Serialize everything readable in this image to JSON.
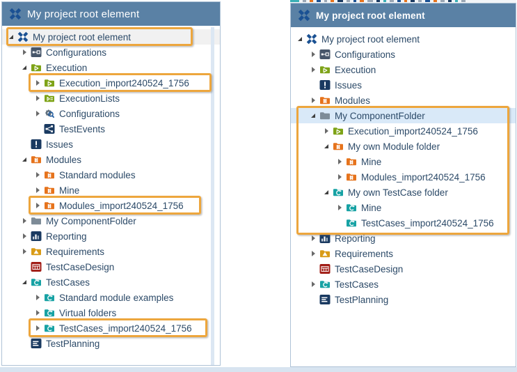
{
  "colors": {
    "header_bg": "#5A81A5",
    "annotation_highlight": "#EDA63D",
    "selection_gray": "#F1F1F1",
    "selection_blue": "#D9E9F8",
    "tree_text": "#2C4A68",
    "project_icon_blue": "#1B5193",
    "execution_green": "#7EA317",
    "modules_orange": "#E6731C",
    "requirements_amber": "#D99B16",
    "testcases_teal": "#17A2A4",
    "navy_chip": "#1A3A61",
    "testcasedesign_red": "#A01B14"
  },
  "left_panel": {
    "title": "My project root element",
    "items": [
      {
        "label": "My project root element",
        "icon": "project",
        "level": 0,
        "state": "expanded",
        "selected": "gray",
        "highlighted": true
      },
      {
        "label": "Configurations",
        "icon": "configurations",
        "level": 1,
        "state": "collapsed"
      },
      {
        "label": "Execution",
        "icon": "execution-folder",
        "level": 1,
        "state": "expanded"
      },
      {
        "label": "Execution_import240524_1756",
        "icon": "execution-folder",
        "level": 2,
        "state": "collapsed",
        "highlighted": true
      },
      {
        "label": "ExecutionLists",
        "icon": "executionlists-folder",
        "level": 2,
        "state": "collapsed"
      },
      {
        "label": "Configurations",
        "icon": "configuration-gear",
        "level": 2,
        "state": "collapsed"
      },
      {
        "label": "TestEvents",
        "icon": "testevents",
        "level": 2,
        "state": "leaf"
      },
      {
        "label": "Issues",
        "icon": "issues",
        "level": 1,
        "state": "leaf"
      },
      {
        "label": "Modules",
        "icon": "modules-folder",
        "level": 1,
        "state": "expanded"
      },
      {
        "label": "Standard modules",
        "icon": "modules-folder",
        "level": 2,
        "state": "collapsed"
      },
      {
        "label": "Mine",
        "icon": "modules-folder",
        "level": 2,
        "state": "collapsed"
      },
      {
        "label": "Modules_import240524_1756",
        "icon": "modules-folder",
        "level": 2,
        "state": "collapsed",
        "highlighted": true
      },
      {
        "label": "My ComponentFolder",
        "icon": "component-folder",
        "level": 1,
        "state": "collapsed"
      },
      {
        "label": "Reporting",
        "icon": "reporting",
        "level": 1,
        "state": "collapsed"
      },
      {
        "label": "Requirements",
        "icon": "requirements-folder",
        "level": 1,
        "state": "collapsed"
      },
      {
        "label": "TestCaseDesign",
        "icon": "testcasedesign",
        "level": 1,
        "state": "leaf"
      },
      {
        "label": "TestCases",
        "icon": "testcases-folder",
        "level": 1,
        "state": "expanded"
      },
      {
        "label": "Standard module examples",
        "icon": "testcases-folder",
        "level": 2,
        "state": "collapsed"
      },
      {
        "label": "Virtual folders",
        "icon": "testcases-folder",
        "level": 2,
        "state": "collapsed"
      },
      {
        "label": "TestCases_import240524_1756",
        "icon": "testcases-folder",
        "level": 2,
        "state": "collapsed",
        "highlighted": true
      },
      {
        "label": "TestPlanning",
        "icon": "testplanning",
        "level": 1,
        "state": "leaf"
      }
    ]
  },
  "right_panel": {
    "title": "My project root element",
    "items": [
      {
        "label": "My project root element",
        "icon": "project",
        "level": 0,
        "state": "expanded"
      },
      {
        "label": "Configurations",
        "icon": "configurations",
        "level": 1,
        "state": "collapsed"
      },
      {
        "label": "Execution",
        "icon": "execution-folder",
        "level": 1,
        "state": "collapsed"
      },
      {
        "label": "Issues",
        "icon": "issues",
        "level": 1,
        "state": "leaf"
      },
      {
        "label": "Modules",
        "icon": "modules-folder",
        "level": 1,
        "state": "collapsed"
      },
      {
        "label": "My ComponentFolder",
        "icon": "component-folder",
        "level": 1,
        "state": "expanded",
        "selected": "blue",
        "highlighted": true
      },
      {
        "label": "Execution_import240524_1756",
        "icon": "execution-folder",
        "level": 2,
        "state": "collapsed"
      },
      {
        "label": "My own Module folder",
        "icon": "modules-folder",
        "level": 2,
        "state": "expanded"
      },
      {
        "label": "Mine",
        "icon": "modules-folder",
        "level": 3,
        "state": "collapsed"
      },
      {
        "label": "Modules_import240524_1756",
        "icon": "modules-folder",
        "level": 3,
        "state": "collapsed"
      },
      {
        "label": "My own TestCase folder",
        "icon": "testcases-folder",
        "level": 2,
        "state": "expanded"
      },
      {
        "label": "Mine",
        "icon": "testcases-folder",
        "level": 3,
        "state": "collapsed"
      },
      {
        "label": "TestCases_import240524_1756",
        "icon": "testcases-folder",
        "level": 3,
        "state": "leaf"
      },
      {
        "label": "Reporting",
        "icon": "reporting",
        "level": 1,
        "state": "collapsed"
      },
      {
        "label": "Requirements",
        "icon": "requirements-folder",
        "level": 1,
        "state": "collapsed"
      },
      {
        "label": "TestCaseDesign",
        "icon": "testcasedesign",
        "level": 1,
        "state": "leaf"
      },
      {
        "label": "TestCases",
        "icon": "testcases-folder",
        "level": 1,
        "state": "collapsed"
      },
      {
        "label": "TestPlanning",
        "icon": "testplanning",
        "level": 1,
        "state": "leaf"
      }
    ]
  }
}
